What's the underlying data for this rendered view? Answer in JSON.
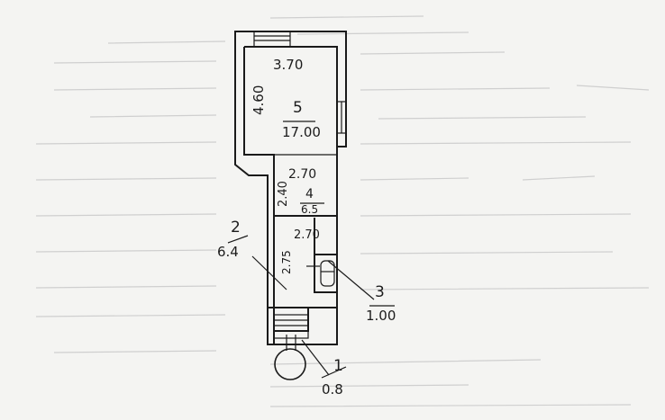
{
  "rooms": {
    "r5": {
      "number": "5",
      "area": "17.00",
      "width": "3.70",
      "length": "4.60"
    },
    "r4": {
      "number": "4",
      "area": "6.5",
      "width": "2.70",
      "length": "2.40"
    },
    "r3": {
      "number": "3",
      "area": "1.00"
    },
    "r2": {
      "number": "2",
      "area": "6.4",
      "width": "2.70",
      "length": "2.75"
    },
    "r1": {
      "number": "1",
      "area": "0.8"
    }
  },
  "colors": {
    "ink": "#1a1a1a",
    "paper": "#f4f4f2",
    "bleed": "#cfcfcf"
  }
}
